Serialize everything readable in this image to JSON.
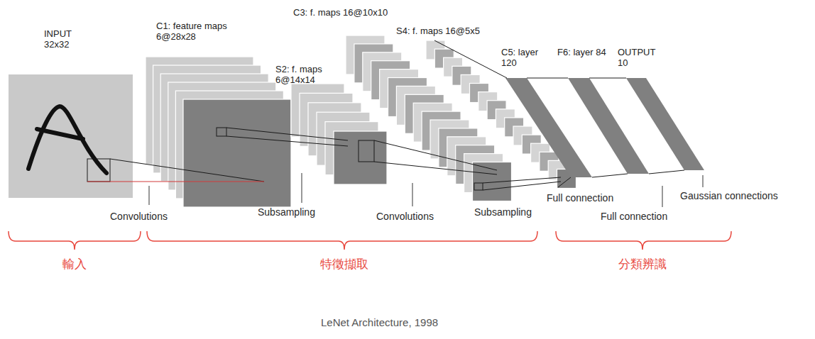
{
  "diagram": {
    "caption": "LeNet Architecture, 1998",
    "nodes": [
      {
        "text": [
          "INPUT 32x32"
        ]
      },
      {
        "text": [
          "C1: feature maps 6@28x28"
        ]
      },
      {
        "text": [
          "S2: f. maps 6@14x14"
        ]
      },
      {
        "text": [
          "C3: f. maps 16@10x10"
        ]
      },
      {
        "text": [
          "S4: f. maps 16@5x5"
        ]
      },
      {
        "text": [
          "C5: layer 120"
        ]
      },
      {
        "text": [
          "F6: layer 84"
        ]
      },
      {
        "text": [
          "OUTPUT 10"
        ]
      }
    ],
    "labels": [
      "Convolutions",
      "Subsampling",
      "Convolutions",
      "Subsampling",
      "Full connection",
      "Full connection",
      "Gaussian connections",
      "輸入",
      "特徵擷取",
      "分類辨識"
    ]
  }
}
